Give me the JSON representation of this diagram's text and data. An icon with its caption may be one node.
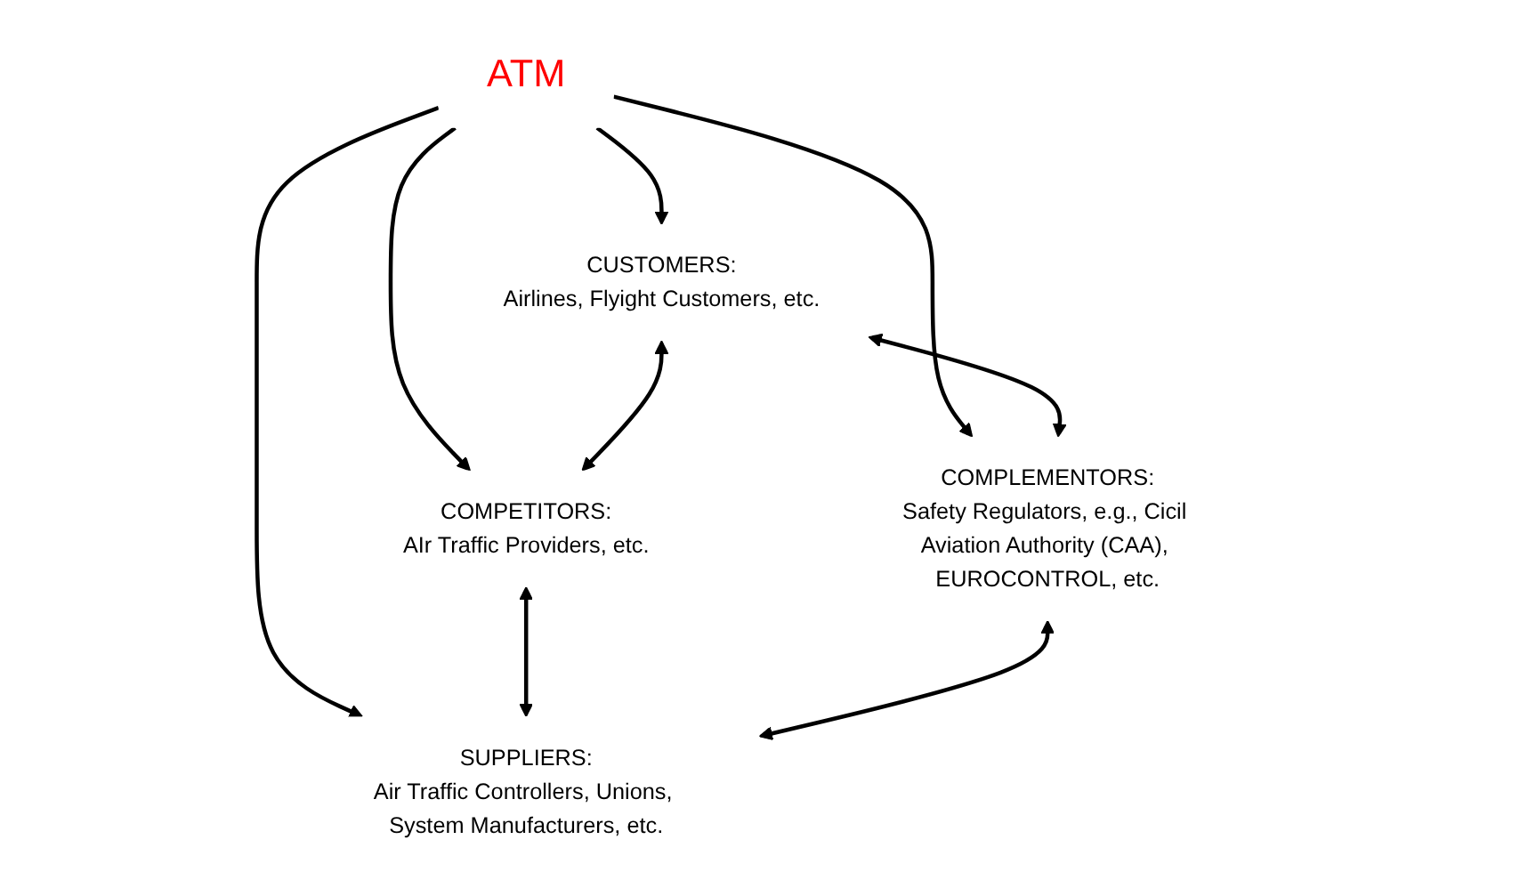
{
  "diagram": {
    "nodes": [
      {
        "text": [
          "CUSTOMERS:",
          "Airlines, Flyight Customers, etc."
        ]
      },
      {
        "text": [
          "COMPETITORS:",
          "AIr Traffic Providers, etc."
        ]
      },
      {
        "text": [
          "ATM"
        ]
      },
      {
        "text": [
          "COMPLEMENTORS:",
          "Safety Regulators, e.g., Cicil Aviation Authority (CAA), EUROCONTROL, etc."
        ]
      },
      {
        "text": [
          "SUPPLIERS:",
          "Air Traffic Controllers, Unions, System Manufacturers, etc."
        ]
      }
    ],
    "edges": [
      {
        "from": 2,
        "to": 0,
        "arrow": "to"
      },
      {
        "from": 2,
        "to": 1,
        "arrow": "to"
      },
      {
        "from": 2,
        "to": 3,
        "arrow": "to"
      },
      {
        "from": 2,
        "to": 4,
        "arrow": "to"
      },
      {
        "from": 0,
        "to": 1,
        "arrow": "both"
      },
      {
        "from": 0,
        "to": 3,
        "arrow": "both"
      },
      {
        "from": 1,
        "to": 4,
        "arrow": "both"
      },
      {
        "from": 3,
        "to": 4,
        "arrow": "both"
      }
    ]
  }
}
